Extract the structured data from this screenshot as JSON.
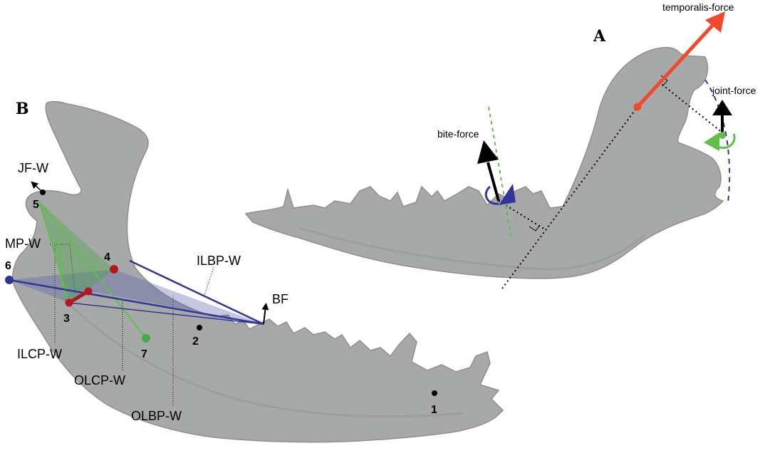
{
  "panels": {
    "a": {
      "letter": "A",
      "labels": {
        "temporalis_force": "temporalis-force",
        "joint_force": "joint-force",
        "bite_force": "bite-force"
      }
    },
    "b": {
      "letter": "B",
      "labels": {
        "jf_w": "JF-W",
        "mp_w": "MP-W",
        "ilbp_w": "ILBP-W",
        "bf": "BF",
        "ilcp_w": "ILCP-W",
        "olcp_w": "OLCP-W",
        "olbp_w": "OLBP-W"
      },
      "landmarks": [
        "1",
        "2",
        "3",
        "4",
        "5",
        "6",
        "7"
      ]
    }
  },
  "colors": {
    "bone": "#a7a8a8",
    "bone_shade": "#8e8f8f",
    "temporalis": "#f04a2b",
    "purple": "#33359a",
    "green": "#5fbf4a",
    "red_landmark": "#b3181e",
    "green_landmark": "#3fae49",
    "blue_landmark": "#2b3592"
  }
}
